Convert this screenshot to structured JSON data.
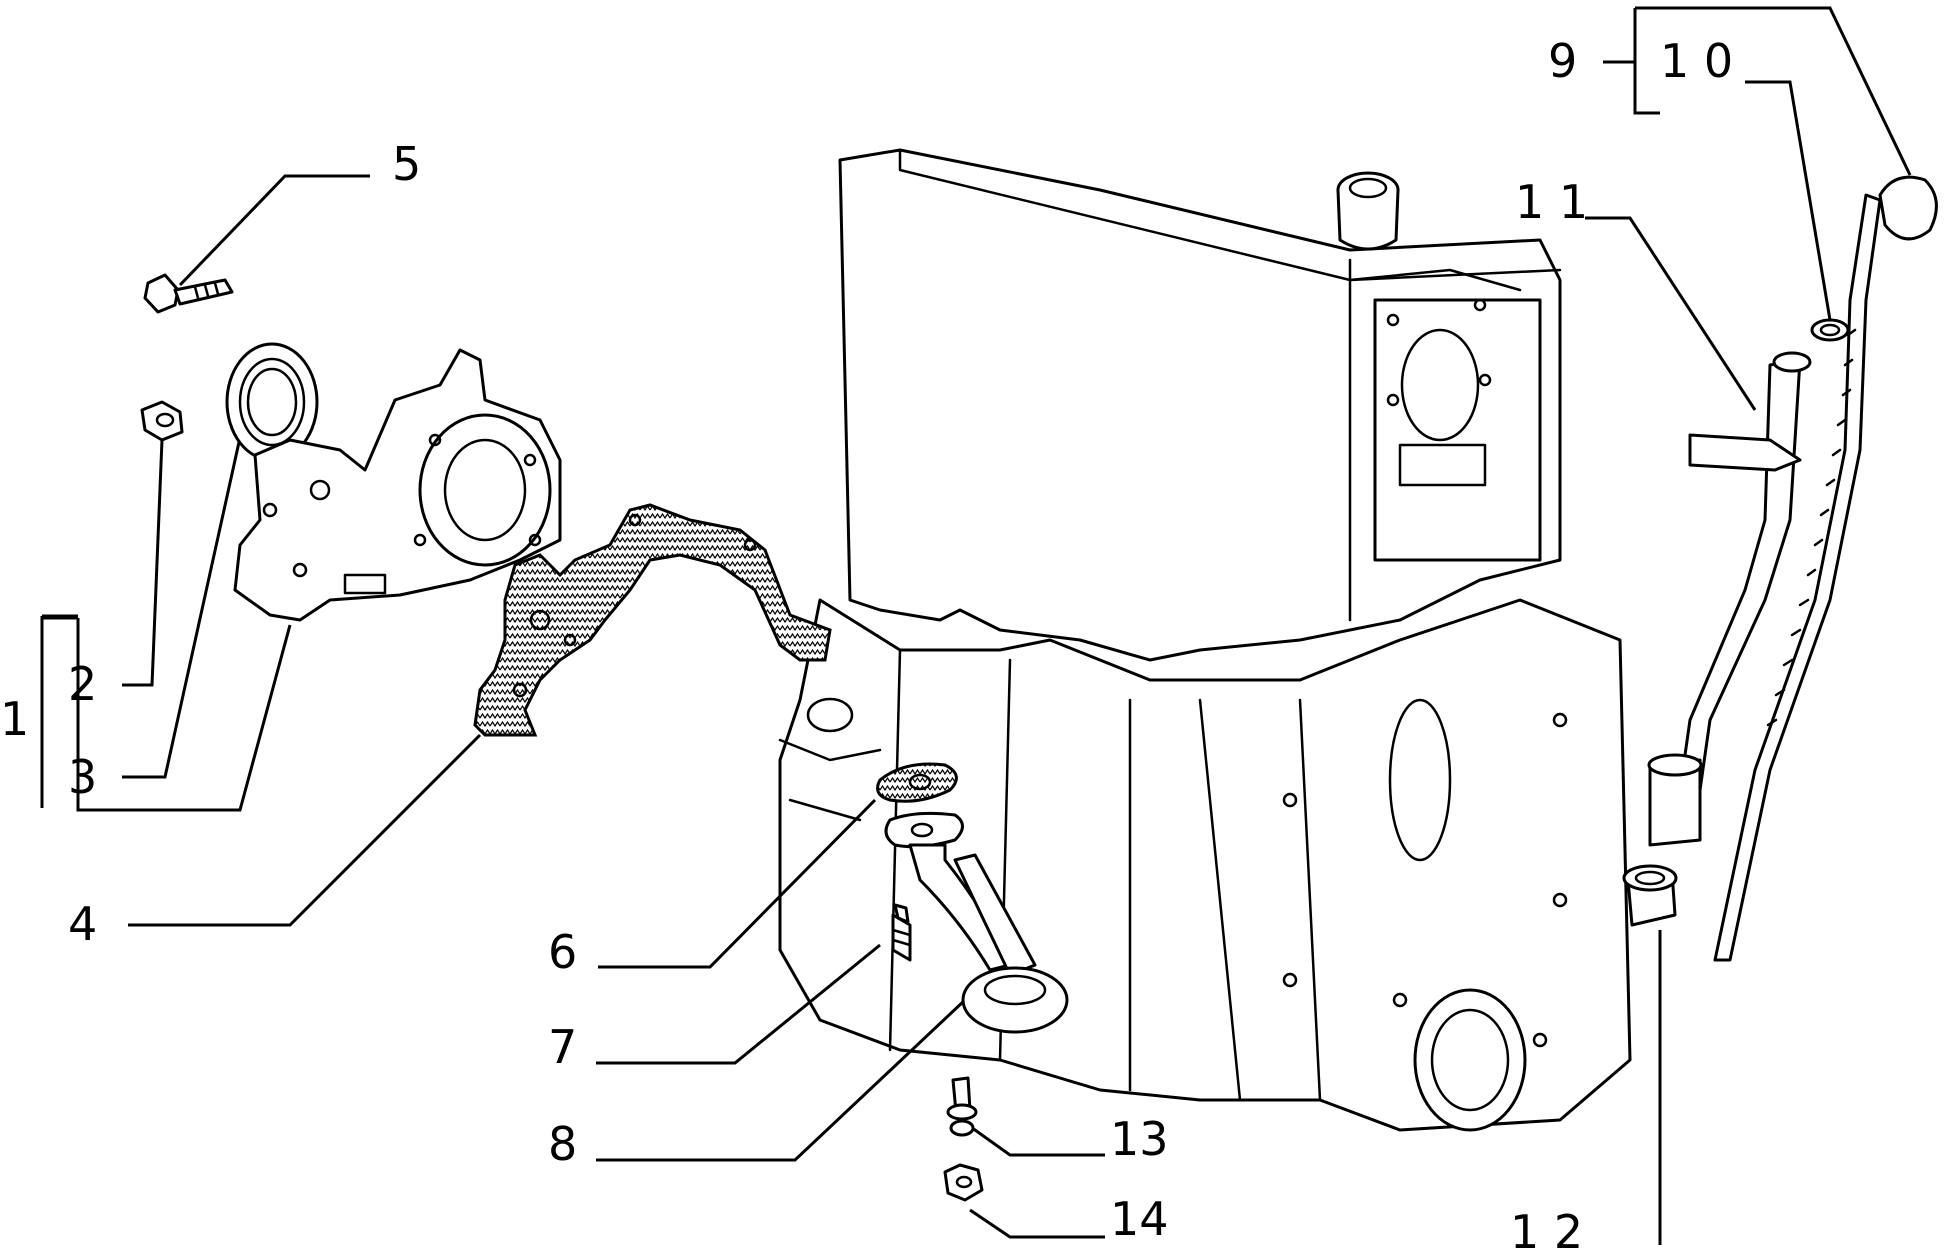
{
  "diagram": {
    "type": "exploded-parts-diagram",
    "callouts": [
      {
        "id": "c1",
        "label": "1"
      },
      {
        "id": "c2",
        "label": "2"
      },
      {
        "id": "c3",
        "label": "3"
      },
      {
        "id": "c4",
        "label": "4"
      },
      {
        "id": "c5",
        "label": "5"
      },
      {
        "id": "c6",
        "label": "6"
      },
      {
        "id": "c7",
        "label": "7"
      },
      {
        "id": "c8",
        "label": "8"
      },
      {
        "id": "c9",
        "label": "9"
      },
      {
        "id": "c10",
        "label": "1 0"
      },
      {
        "id": "c11",
        "label": "1 1"
      },
      {
        "id": "c12",
        "label": "1 2"
      },
      {
        "id": "c13",
        "label": "13"
      },
      {
        "id": "c14",
        "label": "14"
      }
    ]
  }
}
